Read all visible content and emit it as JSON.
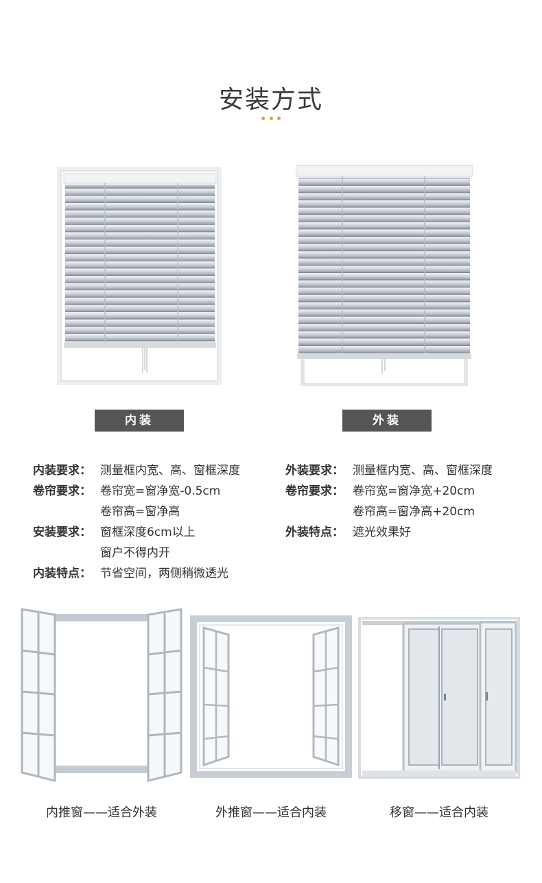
{
  "title": "安装方式",
  "accent_color": "#e0a030",
  "tags": {
    "inner": "内装",
    "outer": "外装"
  },
  "inner_specs": [
    {
      "key": "内装要求：",
      "lines": [
        "测量框内宽、高、窗框深度"
      ]
    },
    {
      "key": "卷帘要求：",
      "lines": [
        "卷帘宽=窗净宽-0.5cm",
        "卷帘高=窗净高"
      ]
    },
    {
      "key": "安装要求：",
      "lines": [
        "窗框深度6cm以上",
        "窗户不得内开"
      ]
    },
    {
      "key": "内装特点：",
      "lines": [
        "节省空间，两侧稍微透光"
      ]
    }
  ],
  "outer_specs": [
    {
      "key": "外装要求：",
      "lines": [
        "测量框内宽、高、窗框深度"
      ]
    },
    {
      "key": "卷帘要求：",
      "lines": [
        "卷帘宽=窗净宽+20cm",
        "卷帘高=窗净高+20cm"
      ]
    },
    {
      "key": "外装特点：",
      "lines": [
        "遮光效果好"
      ]
    }
  ],
  "windows": [
    {
      "caption": "内推窗——适合外装",
      "icon": "inward-casement-window-icon"
    },
    {
      "caption": "外推窗——适合内装",
      "icon": "outward-casement-window-icon"
    },
    {
      "caption": "移窗——适合内装",
      "icon": "sliding-window-icon"
    }
  ]
}
